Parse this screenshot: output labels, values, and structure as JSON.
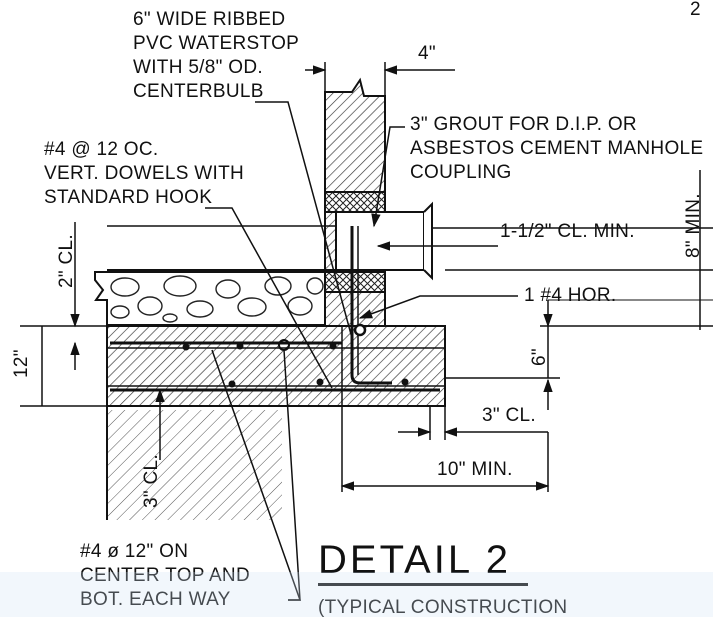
{
  "page_number": "2",
  "title": "DETAIL 2",
  "subtitle": "(TYPICAL CONSTRUCTION",
  "labels": {
    "waterstop": "6\" WIDE RIBBED\nPVC WATERSTOP\nWITH 5/8\" OD.\nCENTERBULB",
    "dowels": "#4 @ 12 OC.\nVERT. DOWELS WITH\nSTANDARD HOOK",
    "grout": "3\" GROUT FOR D.I.P. OR\nASBESTOS CEMENT MANHOLE\nCOUPLING",
    "clearance_pipe": "1-1/2\" CL. MIN.",
    "hor_bar": "1 #4 HOR.",
    "reinforcement": "#4 ø 12\" ON\nCENTER TOP AND\nBOT. EACH WAY"
  },
  "dimensions": {
    "wall_thickness": "4\"",
    "min_height": "8\" MIN.",
    "top_clear": "2\" CL.",
    "slab_thickness": "12\"",
    "bottom_clear": "3\" CL.",
    "key_depth": "6\"",
    "edge_clear": "3\" CL.",
    "min_extension": "10\" MIN."
  },
  "colors": {
    "ink": "#111111",
    "hatch": "#333333",
    "crosshatch": "#222222"
  }
}
